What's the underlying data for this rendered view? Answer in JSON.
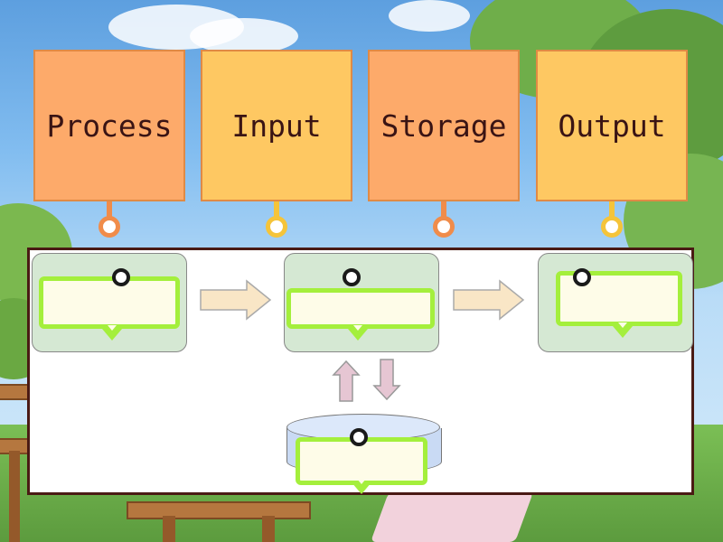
{
  "game": {
    "type": "match-up diagram",
    "tiles": [
      {
        "label": "Process",
        "color": "#fdaa6a"
      },
      {
        "label": "Input",
        "color": "#fec862"
      },
      {
        "label": "Storage",
        "color": "#fdaa6a"
      },
      {
        "label": "Output",
        "color": "#fec862"
      }
    ]
  },
  "diagram": {
    "drop_targets": [
      {
        "stage": "input",
        "value": ""
      },
      {
        "stage": "process",
        "value": ""
      },
      {
        "stage": "output",
        "value": ""
      },
      {
        "stage": "storage",
        "value": ""
      }
    ],
    "colors": {
      "box": "#d5e8d3",
      "drop_border": "#a4ef3c",
      "flow_arrow": "#f9e6c6",
      "storage_arrow": "#e6c6d3",
      "frame": "#4a1a14"
    }
  }
}
